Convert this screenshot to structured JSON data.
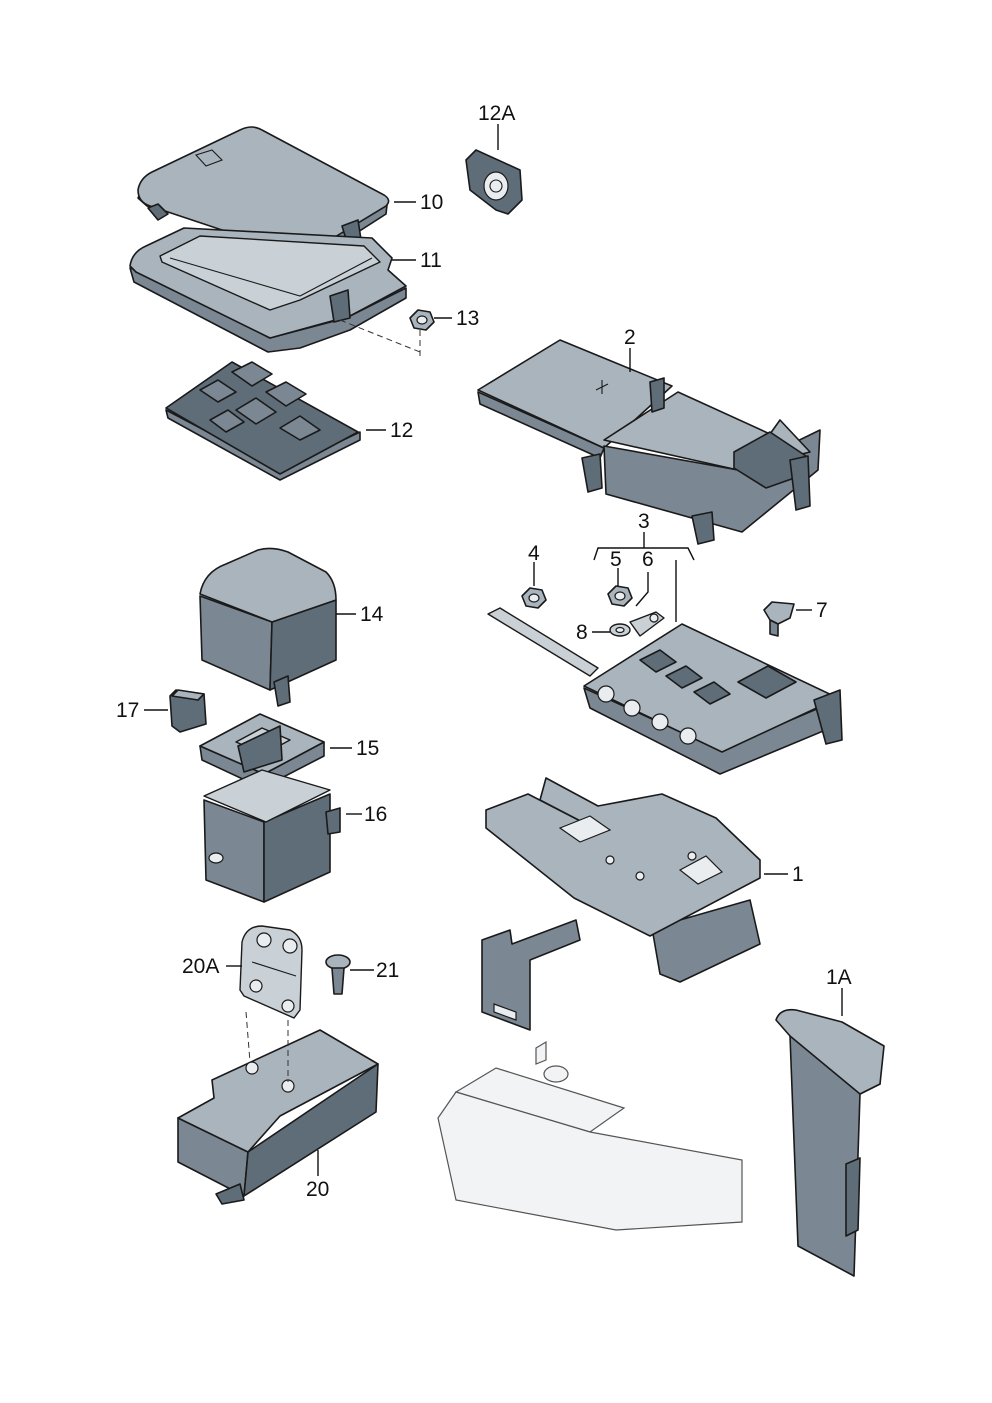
{
  "callouts": [
    {
      "id": "10",
      "label": "10"
    },
    {
      "id": "11",
      "label": "11"
    },
    {
      "id": "12A",
      "label": "12A"
    },
    {
      "id": "13",
      "label": "13"
    },
    {
      "id": "12",
      "label": "12"
    },
    {
      "id": "2",
      "label": "2"
    },
    {
      "id": "3",
      "label": "3"
    },
    {
      "id": "4",
      "label": "4"
    },
    {
      "id": "5",
      "label": "5"
    },
    {
      "id": "6",
      "label": "6"
    },
    {
      "id": "7",
      "label": "7"
    },
    {
      "id": "8",
      "label": "8"
    },
    {
      "id": "14",
      "label": "14"
    },
    {
      "id": "17",
      "label": "17"
    },
    {
      "id": "15",
      "label": "15"
    },
    {
      "id": "16",
      "label": "16"
    },
    {
      "id": "1",
      "label": "1"
    },
    {
      "id": "20A",
      "label": "20A"
    },
    {
      "id": "21",
      "label": "21"
    },
    {
      "id": "1A",
      "label": "1A"
    },
    {
      "id": "20",
      "label": "20"
    }
  ]
}
